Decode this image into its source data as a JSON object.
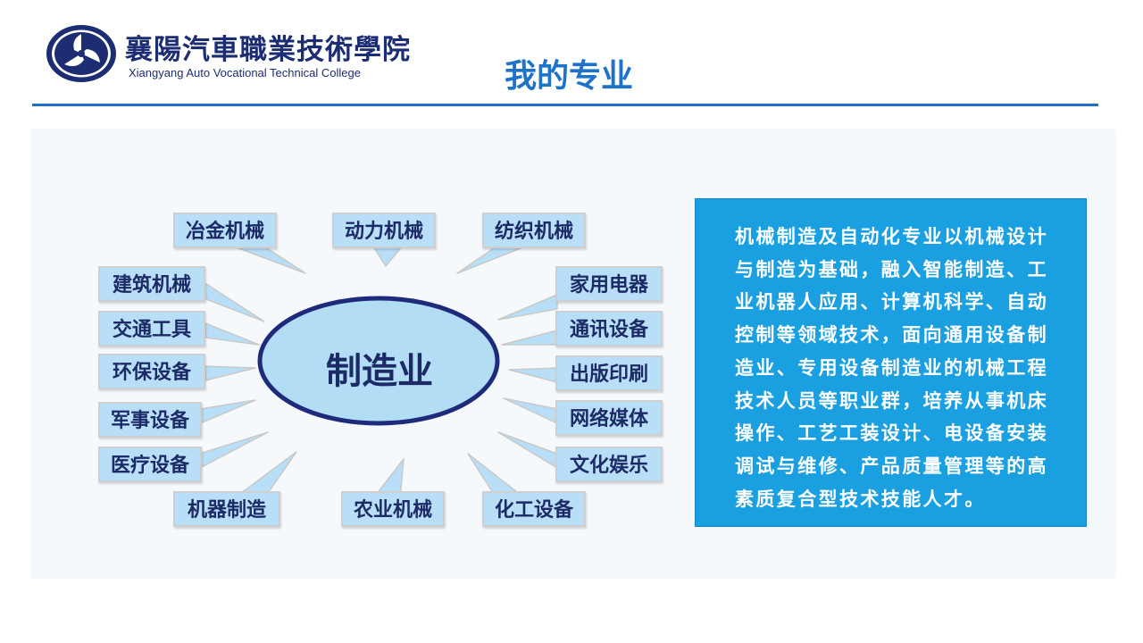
{
  "header": {
    "college_name_cn": "襄陽汽車職業技術學院",
    "college_name_en": "Xiangyang Auto Vocational Technical College",
    "page_title": "我的专业"
  },
  "diagram": {
    "center": "制造业",
    "tags": {
      "metallurgy": "冶金机械",
      "power": "动力机械",
      "textile": "纺织机械",
      "construction": "建筑机械",
      "transport": "交通工具",
      "environment": "环保设备",
      "military": "军事设备",
      "medical": "医疗设备",
      "robot": "机器制造",
      "agriculture": "农业机械",
      "chemical": "化工设备",
      "appliances": "家用电器",
      "telecom": "通讯设备",
      "publishing": "出版印刷",
      "media": "网络媒体",
      "entertainment": "文化娱乐"
    }
  },
  "description": "机械制造及自动化专业以机械设计与制造为基础，融入智能制造、工业机器人应用、计算机科学、自动控制等领域技术，面向通用设备制造业、专用设备制造业的机械工程技术人员等职业群，培养从事机床操作、工艺工装设计、电设备安装调试与维修、产品质量管理等的高素质复合型技术技能人才。",
  "colors": {
    "brand_navy": "#1c2d73",
    "title_blue": "#1e73c8",
    "tag_fill": "#b8dff7",
    "hub_fill": "#b3dcf5",
    "hub_border": "#1e2a7a",
    "desc_fill": "#1a9fe1"
  },
  "icons": {
    "logo": "college-emblem-icon"
  }
}
